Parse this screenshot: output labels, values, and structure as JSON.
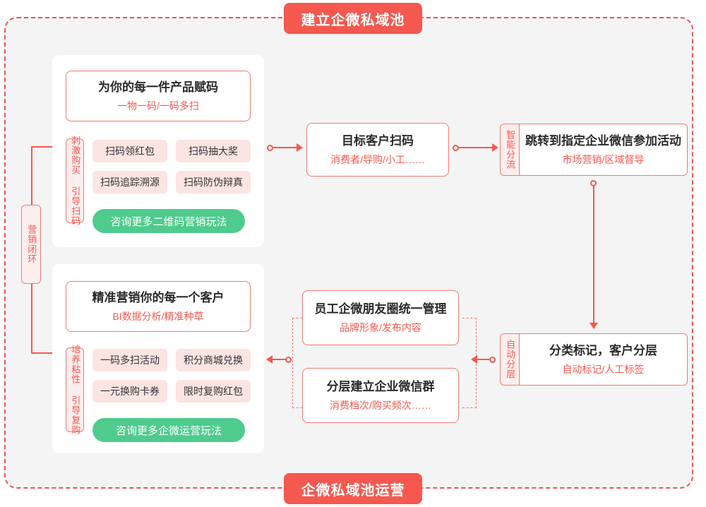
{
  "diagram": {
    "top_badge": "建立企微私域池",
    "bottom_badge": "企微私域池运营",
    "loop_label": "营销闭环"
  },
  "top_panel": {
    "head": {
      "title": "为你的每一件产品赋码",
      "subtitle": "一物一码/一码多扫"
    },
    "side_label": "刺激购买 引导扫码",
    "chips": [
      "扫码领红包",
      "扫码抽大奖",
      "扫码追踪溯源",
      "扫码防伪辩真"
    ],
    "cta": "咨询更多二维码营销玩法"
  },
  "bottom_panel": {
    "head": {
      "title": "精准营销你的每一个客户",
      "subtitle": "BI数据分析/精准种草"
    },
    "side_label": "培养粘性 引导复购",
    "chips": [
      "一码多扫活动",
      "积分商城兑换",
      "一元换购卡券",
      "限时复购红包"
    ],
    "cta": "咨询更多企微运营玩法"
  },
  "flow": {
    "scan": {
      "title": "目标客户扫码",
      "subtitle": "消费者/导购/小工……"
    },
    "jump": {
      "tab": "智能分流",
      "title": "跳转到指定企业微信参加活动",
      "subtitle": "市场营销/区域督导"
    },
    "classify": {
      "tab": "自动分层",
      "title": "分类标记，客户分层",
      "subtitle": "自动标记/人工标签"
    },
    "moments": {
      "title": "员工企微朋友圈统一管理",
      "subtitle": "品牌形象/发布内容"
    },
    "groups": {
      "title": "分层建立企业微信群",
      "subtitle": "消费档次/购买频次……"
    }
  },
  "colors": {
    "accent_red": "#f5584f",
    "chip_bg": "#fbe4e2",
    "cta_green": "#4ecb8d",
    "canvas_bg": "#f4f4f4"
  }
}
